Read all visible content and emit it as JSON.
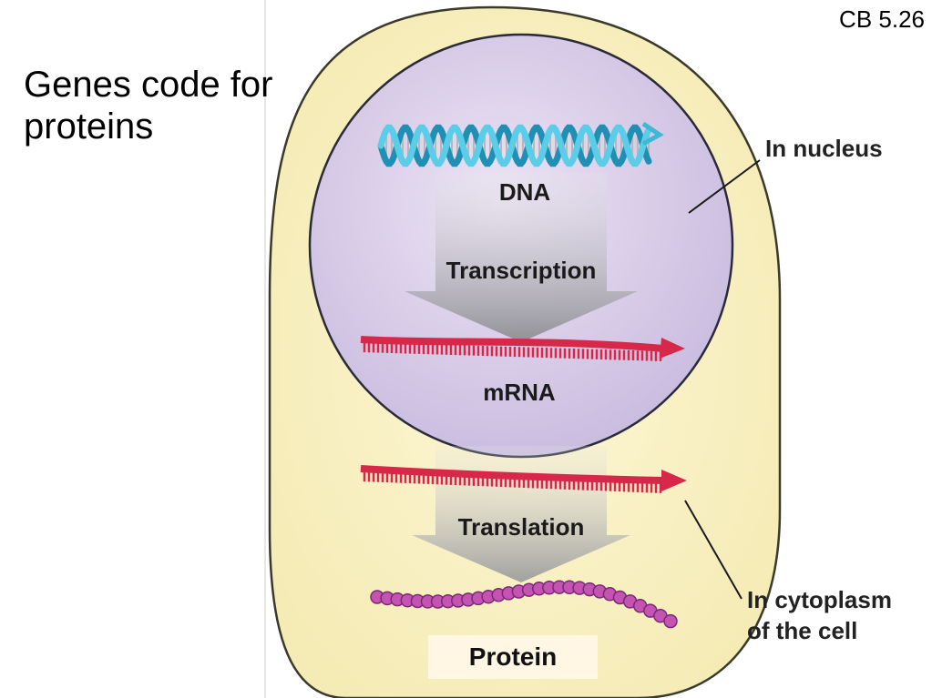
{
  "slide": {
    "title_line1": "Genes code for",
    "title_line2": "proteins",
    "reference": "CB 5.26"
  },
  "diagram": {
    "dna_label": "DNA",
    "transcription_label": "Transcription",
    "mrna_label": "mRNA",
    "translation_label": "Translation",
    "protein_label": "Protein",
    "nucleus_callout": "In nucleus",
    "cytoplasm_callout_line1": "In cytoplasm",
    "cytoplasm_callout_line2": "of the cell"
  },
  "colors": {
    "cell_fill": "#fbf3c8",
    "cell_stroke": "#3a3a2a",
    "nucleus_fill": "#ddd2ec",
    "nucleus_stroke": "#2a2a3a",
    "dna": "#3fb7d6",
    "mrna": "#d8284a",
    "protein": "#c553b3",
    "arrow": "#9a9a9a"
  }
}
